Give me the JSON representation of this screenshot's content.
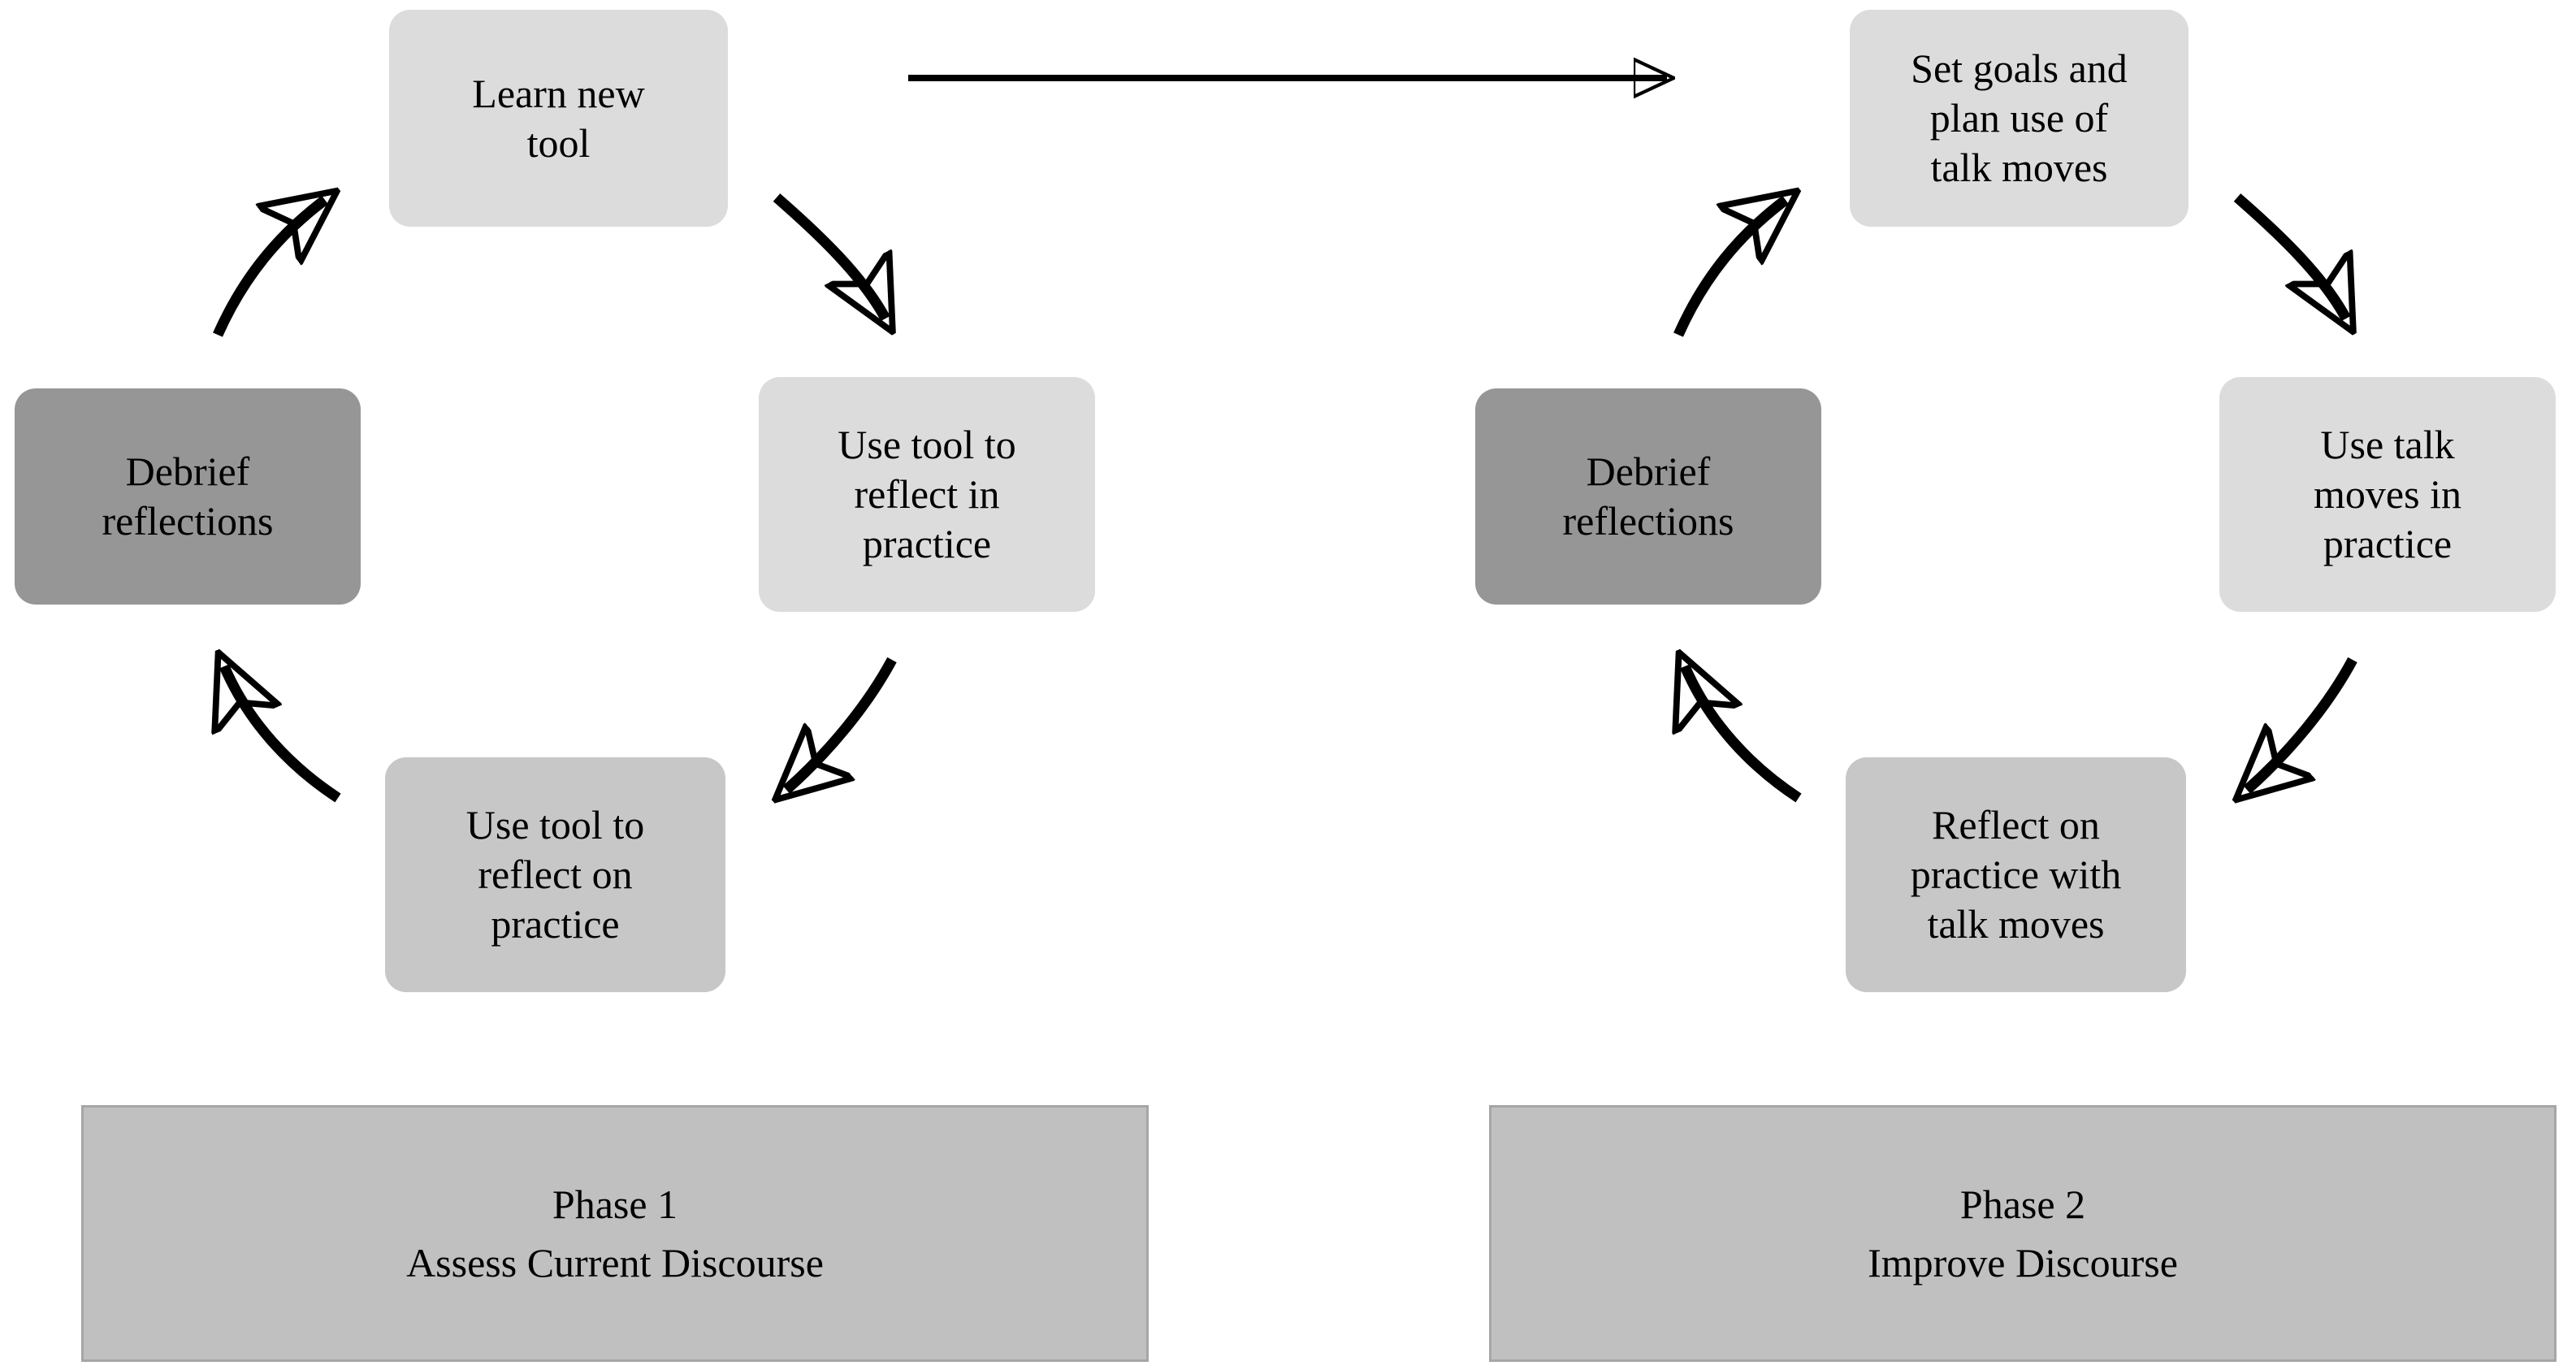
{
  "figure": {
    "type": "cycle-diagram",
    "background": "#ffffff",
    "text_color": "#000000",
    "palette": {
      "node_light": "#dcdcdc",
      "node_mid": "#c7c7c7",
      "node_dark": "#969696",
      "phase_bar_fill": "#c0c0c0",
      "phase_bar_border": "#a6a6a6",
      "arrow": "#000000"
    }
  },
  "phase1": {
    "nodes": {
      "learn_new_tool": "Learn new\ntool",
      "use_tool_reflect_in_practice": "Use tool to\nreflect in\npractice",
      "use_tool_reflect_on_practice": "Use tool to\nreflect on\npractice",
      "debrief_reflections": "Debrief\nreflections"
    },
    "bar": {
      "title": "Phase 1",
      "subtitle": "Assess Current Discourse"
    }
  },
  "phase2": {
    "nodes": {
      "set_goals_plan_talk_moves": "Set goals and\nplan use of\ntalk moves",
      "use_talk_moves_in_practice": "Use talk\nmoves in\npractice",
      "reflect_on_practice_with_talk_moves": "Reflect on\npractice with\ntalk moves",
      "debrief_reflections": "Debrief\nreflections"
    },
    "bar": {
      "title": "Phase 2",
      "subtitle": "Improve Discourse"
    }
  },
  "connectors": {
    "phase1_to_phase2": "straight-arrow-right",
    "phase1_cycle": [
      "learn-to-reflect-in-practice",
      "reflect-in-to-reflect-on-practice",
      "reflect-on-practice-to-debrief",
      "debrief-to-learn-new-tool"
    ],
    "phase2_cycle": [
      "set-goals-to-use-talk-moves",
      "use-talk-moves-to-reflect-on-practice",
      "reflect-on-practice-to-debrief",
      "debrief-to-set-goals"
    ]
  }
}
